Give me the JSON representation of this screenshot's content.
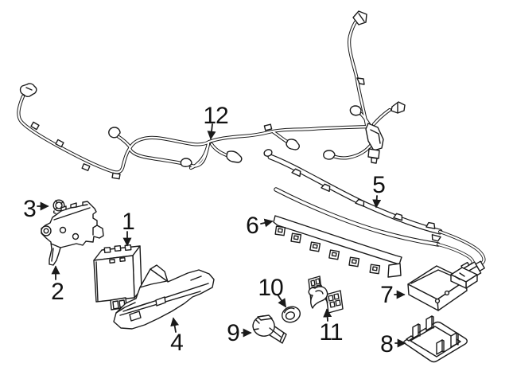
{
  "diagram": {
    "background_color": "#ffffff",
    "line_color": "#1a1a1a",
    "callouts": [
      {
        "number": "1"
      },
      {
        "number": "2"
      },
      {
        "number": "3"
      },
      {
        "number": "4"
      },
      {
        "number": "5"
      },
      {
        "number": "6"
      },
      {
        "number": "7"
      },
      {
        "number": "8"
      },
      {
        "number": "9"
      },
      {
        "number": "10"
      },
      {
        "number": "11"
      },
      {
        "number": "12"
      }
    ]
  }
}
